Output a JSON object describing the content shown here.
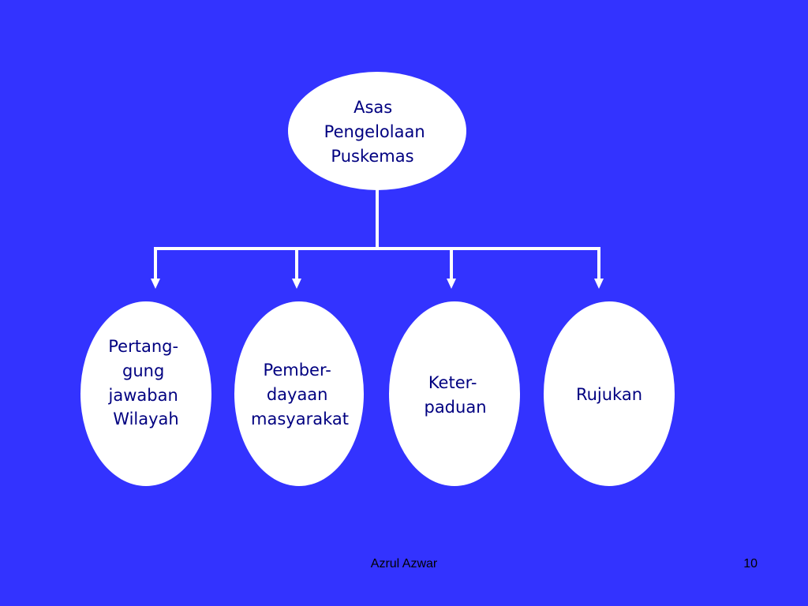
{
  "colors": {
    "background": "#3333FF",
    "node_fill": "#FFFFFF",
    "node_text": "#000080",
    "connector": "#FFFFFF"
  },
  "root": {
    "lines": [
      "Asas",
      "Pengelolaan",
      "Puskemas"
    ]
  },
  "children": [
    {
      "lines": [
        "Pertang-",
        "gung",
        "jawaban",
        "Wilayah"
      ]
    },
    {
      "lines": [
        "Pember-",
        "dayaan",
        "masyarakat"
      ]
    },
    {
      "lines": [
        "Keter-",
        "paduan"
      ]
    },
    {
      "lines": [
        "Rujukan"
      ]
    }
  ],
  "footer": {
    "author": "Azrul Azwar",
    "page_number": "10"
  }
}
